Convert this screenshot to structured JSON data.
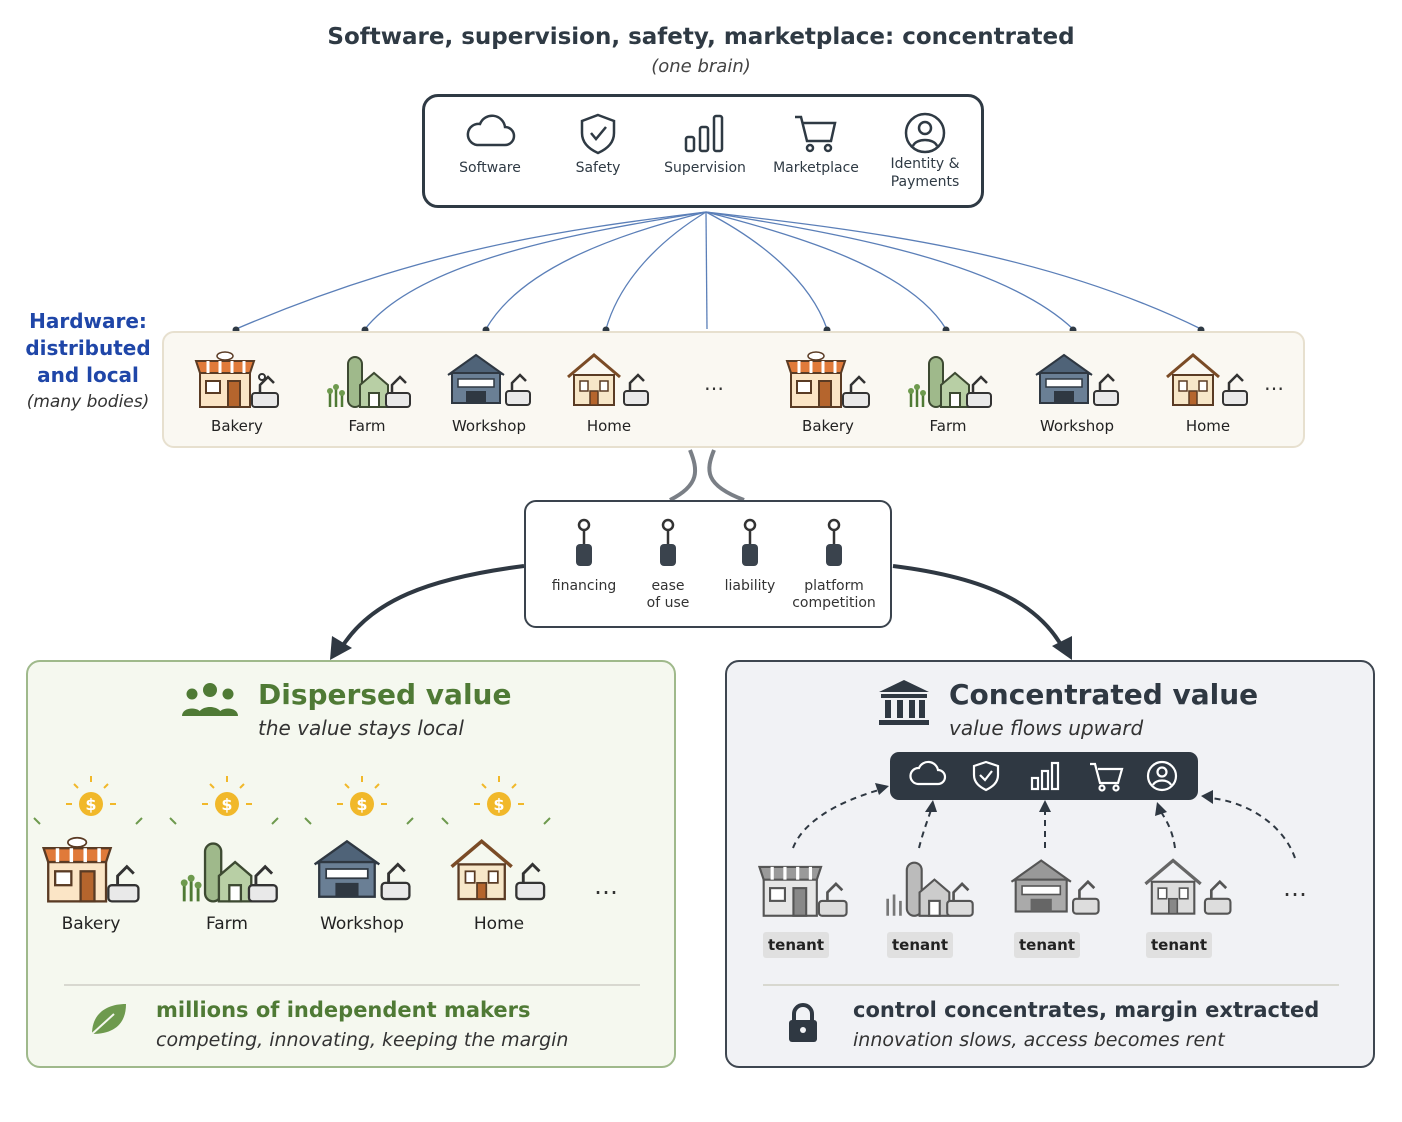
{
  "header": {
    "title": "Software, supervision, safety, marketplace: concentrated",
    "subtitle": "(one brain)"
  },
  "brain": {
    "items": [
      {
        "label": "Software",
        "icon": "cloud-icon"
      },
      {
        "label": "Safety",
        "icon": "shield-check-icon"
      },
      {
        "label": "Supervision",
        "icon": "bar-chart-icon"
      },
      {
        "label": "Marketplace",
        "icon": "cart-icon"
      },
      {
        "label": "Identity &",
        "label2": "Payments",
        "icon": "user-circle-icon"
      }
    ]
  },
  "hardware": {
    "line1": "Hardware:",
    "line2": "distributed",
    "line3": "and local",
    "sub": "(many bodies)",
    "color": "#1f46a8",
    "items": [
      "Bakery",
      "Farm",
      "Workshop",
      "Home",
      "Bakery",
      "Farm",
      "Workshop",
      "Home"
    ],
    "ellipsis": "…"
  },
  "levers": {
    "items": [
      {
        "line1": "financing",
        "line2": ""
      },
      {
        "line1": "ease",
        "line2": "of use"
      },
      {
        "line1": "liability",
        "line2": ""
      },
      {
        "line1": "platform",
        "line2": "competition"
      }
    ]
  },
  "dispersed": {
    "title": "Dispersed value",
    "subtitle": "the value stays local",
    "color": "#4f7a35",
    "items": [
      "Bakery",
      "Farm",
      "Workshop",
      "Home"
    ],
    "coin": "$",
    "footer_title": "millions of independent makers",
    "footer_sub": "competing, innovating, keeping the margin"
  },
  "concentrated": {
    "title": "Concentrated value",
    "subtitle": "value flows upward",
    "color": "#2f3842",
    "tenants": [
      "tenant",
      "tenant",
      "tenant",
      "tenant"
    ],
    "footer_title": "control concentrates, margin extracted",
    "footer_sub": "innovation slows, access becomes rent"
  }
}
